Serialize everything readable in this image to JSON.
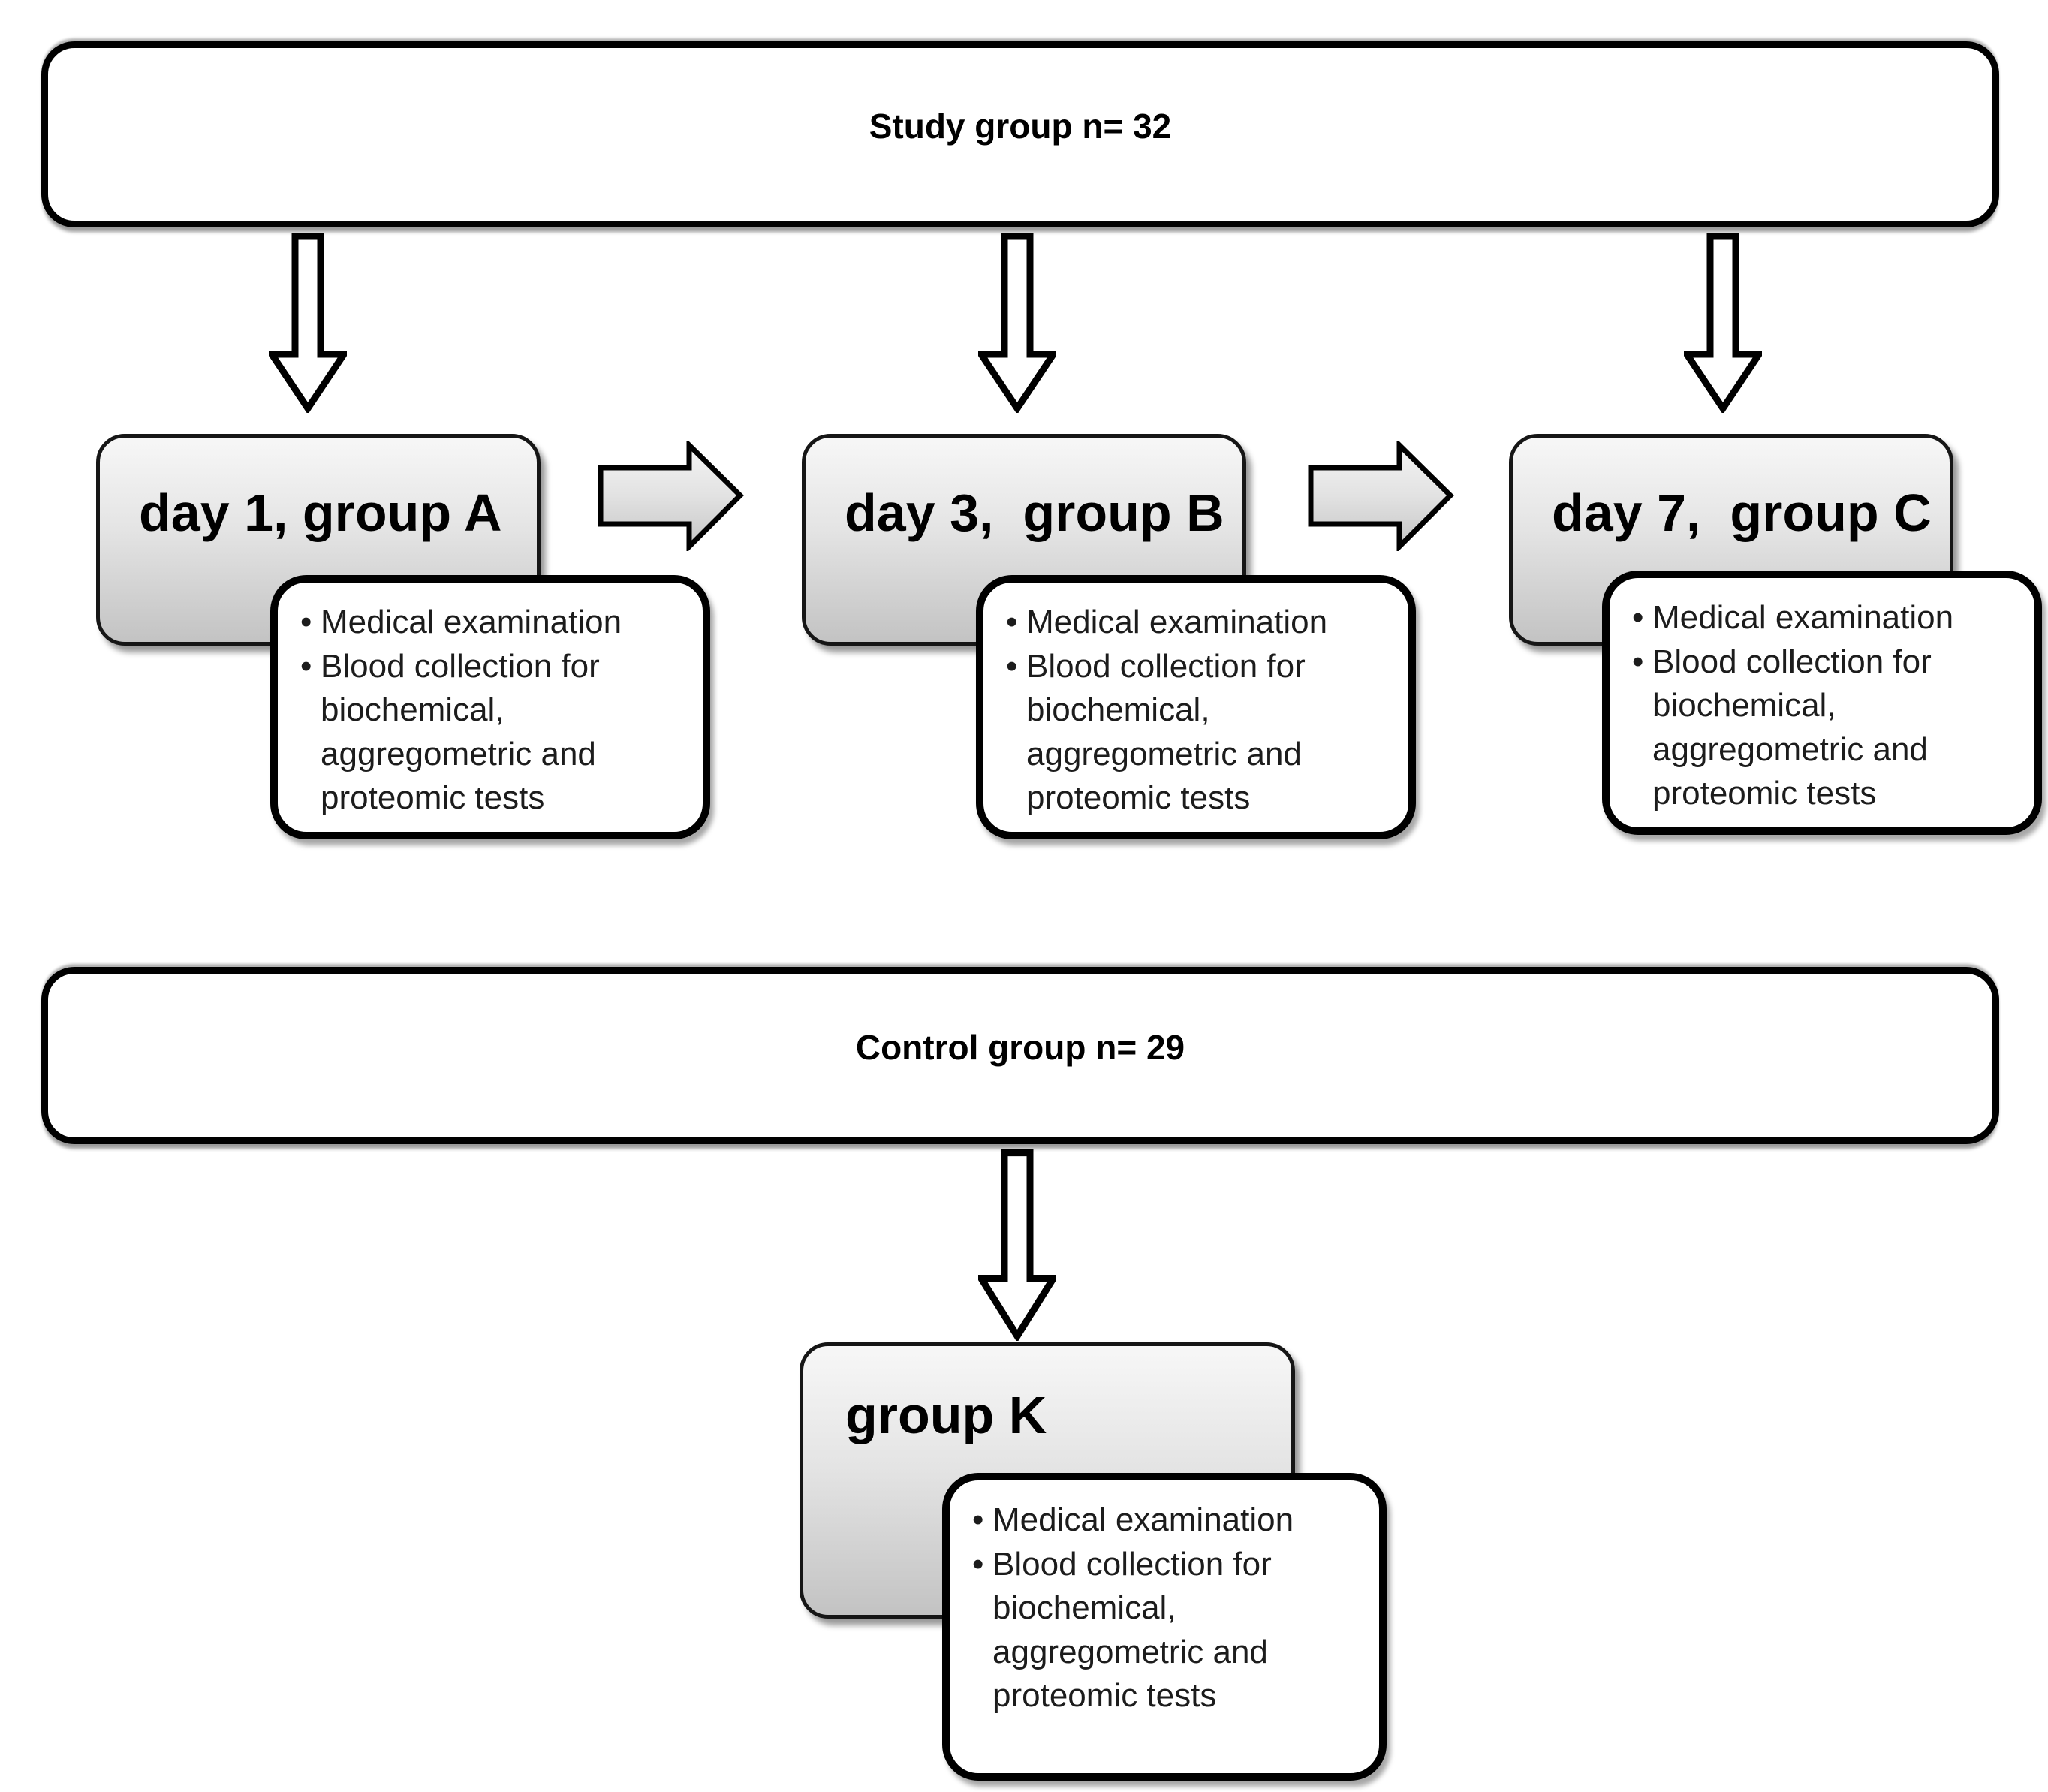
{
  "bullet_char": "•",
  "colors": {
    "outline": "#000000",
    "card_fill_top": "#f7f7f7",
    "card_fill_bottom": "#c3c3c3",
    "text": "#1c1c1c"
  },
  "flow": {
    "study_group_title": "Study group n= 32",
    "control_group_title": "Control group n= 29",
    "stages": [
      {
        "label": "day 1, group A",
        "bullets": [
          "Medical examination",
          "Blood collection for biochemical, aggregometric and proteomic tests"
        ]
      },
      {
        "label": "day 3,  group B",
        "bullets": [
          "Medical examination",
          "Blood collection for biochemical, aggregometric and proteomic tests"
        ]
      },
      {
        "label": "day 7,  group C",
        "bullets": [
          "Medical examination",
          "Blood collection for biochemical, aggregometric and proteomic tests"
        ]
      },
      {
        "label": "group K",
        "bullets": [
          "Medical examination",
          "Blood collection for biochemical, aggregometric and proteomic tests"
        ]
      }
    ]
  }
}
